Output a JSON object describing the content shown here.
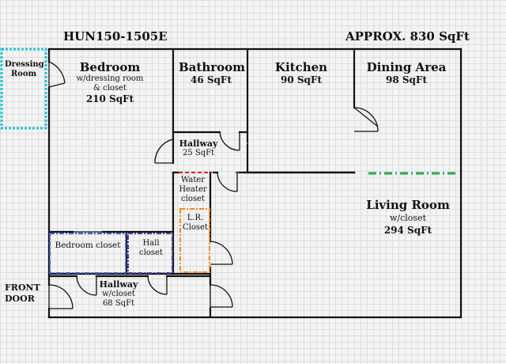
{
  "header": {
    "unit_id": "HUN150-1505E",
    "approx_area": "APPROX. 830 SqFt"
  },
  "entry": {
    "line1": "FRONT",
    "line2": "DOOR"
  },
  "rooms": {
    "dressing_room": {
      "line1": "Dressing",
      "line2": "Room"
    },
    "bedroom": {
      "name": "Bedroom",
      "note1": "w/dressing room",
      "note2": "& closet",
      "area": "210 SqFt"
    },
    "bathroom": {
      "name": "Bathroom",
      "area": "46 SqFt"
    },
    "kitchen": {
      "name": "Kitchen",
      "area": "90 SqFt"
    },
    "dining_area": {
      "name": "Dining Area",
      "area": "98 SqFt"
    },
    "hallway_upper": {
      "name": "Hallway",
      "area": "25 SqFt"
    },
    "water_heater_closet": {
      "line1": "Water",
      "line2": "Heater",
      "line3": "closet"
    },
    "lr_closet": {
      "line1": "L.R.",
      "line2": "Closet"
    },
    "living_room": {
      "name": "Living Room",
      "note": "w/closet",
      "area": "294 SqFt"
    },
    "bedroom_closet": {
      "name": "Bedroom closet"
    },
    "hall_closet": {
      "line1": "Hall",
      "line2": "closet"
    },
    "hallway_lower": {
      "name": "Hallway",
      "note": "w/closet",
      "area": "68 SqFt"
    }
  },
  "colors": {
    "wall": "#111111",
    "dressing_room_outline": "#22c4d6",
    "bedroom_closet_outline": "#3a63c8",
    "hall_closet_outline": "#5a3aa8",
    "lr_closet_outline": "#f08a1c",
    "water_heater_marker": "#e02020",
    "dining_living_divider": "#22aa44"
  }
}
